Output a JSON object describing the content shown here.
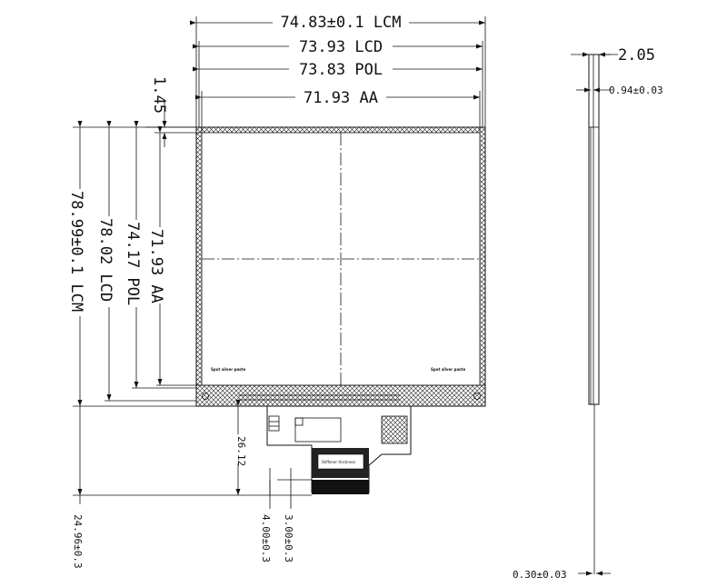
{
  "dimensions": {
    "lcm_width": "74.83±0.1 LCM",
    "lcd_width": "73.93 LCD",
    "pol_width": "73.83 POL",
    "aa_width": "71.93 AA",
    "top_offset": "1.45",
    "lcm_height": "78.99±0.1 LCM",
    "lcd_height": "78.02 LCD",
    "pol_height": "74.17 POL",
    "aa_height": "71.93 AA",
    "fpc_length": "26.12",
    "total_fpc": "24.96±0.3",
    "fpc_a": "4.00±0.3",
    "fpc_b": "3.00±0.3",
    "thickness": "2.05",
    "glass": "0.94±0.03",
    "fpc_thickness": "0.30±0.03"
  },
  "notes": {
    "silver_left": "Spot silver paste",
    "silver_right": "Spot silver paste",
    "stiffener": "Stiffener thickness"
  },
  "colors": {
    "line": "#111111",
    "hatch": "#222222"
  }
}
